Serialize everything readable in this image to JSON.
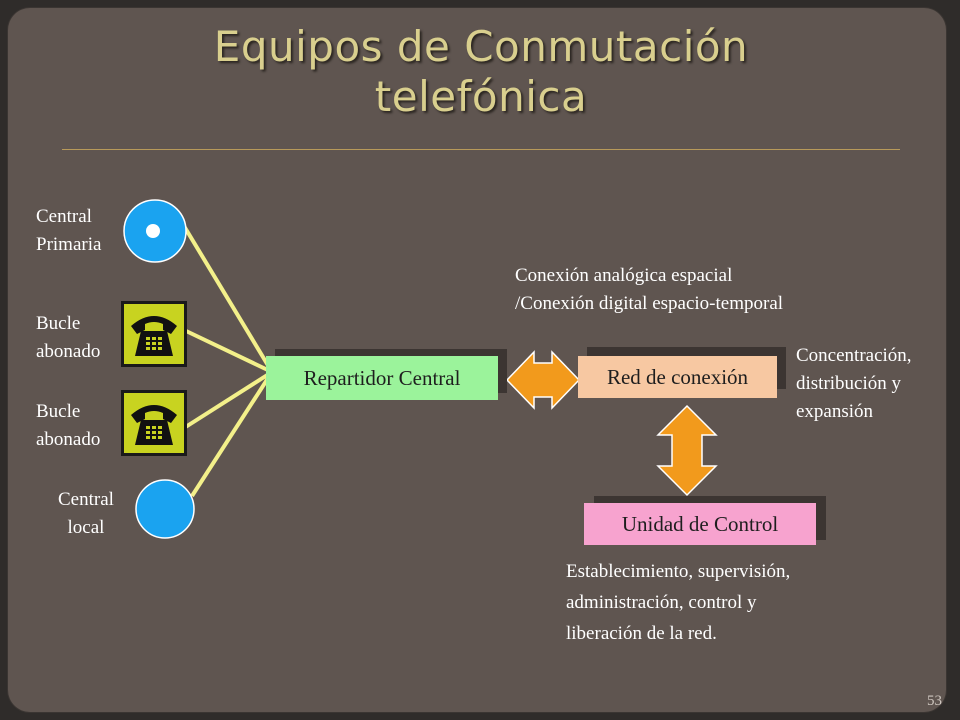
{
  "title": {
    "line1": "Equipos de Conmutación",
    "line2": "telefónica"
  },
  "left_labels": {
    "central_primaria": [
      "Central",
      "Primaria"
    ],
    "bucle1": [
      "Bucle",
      "abonado"
    ],
    "bucle2": [
      "Bucle",
      "abonado"
    ],
    "central_local": [
      "Central",
      "local"
    ]
  },
  "boxes": {
    "repartidor": "Repartidor Central",
    "red": "Red de conexión",
    "unidad": "Unidad de Control"
  },
  "annotations": {
    "conexion": [
      "Conexión analógica espacial",
      "/Conexión digital espacio-temporal"
    ],
    "concentracion": [
      "Concentración,",
      "distribución y",
      "expansión"
    ],
    "establecimiento": [
      "Establecimiento, supervisión,",
      "administración, control  y",
      "liberación de la red."
    ]
  },
  "page_number": "53",
  "icons": {
    "central": "circle-node-icon",
    "phone": "telephone-icon",
    "arrows": "double-arrow-icon"
  },
  "colors": {
    "background": "#5f5550",
    "title": "#d9cf8e",
    "node": "#1aa3f0",
    "link_line": "#f3f08a",
    "arrow": "#f29a1c",
    "repartidor_box": "#9bf39b",
    "red_box": "#f7c8a2",
    "unidad_box": "#f7a3cf",
    "phone_bg": "#c8d320"
  }
}
